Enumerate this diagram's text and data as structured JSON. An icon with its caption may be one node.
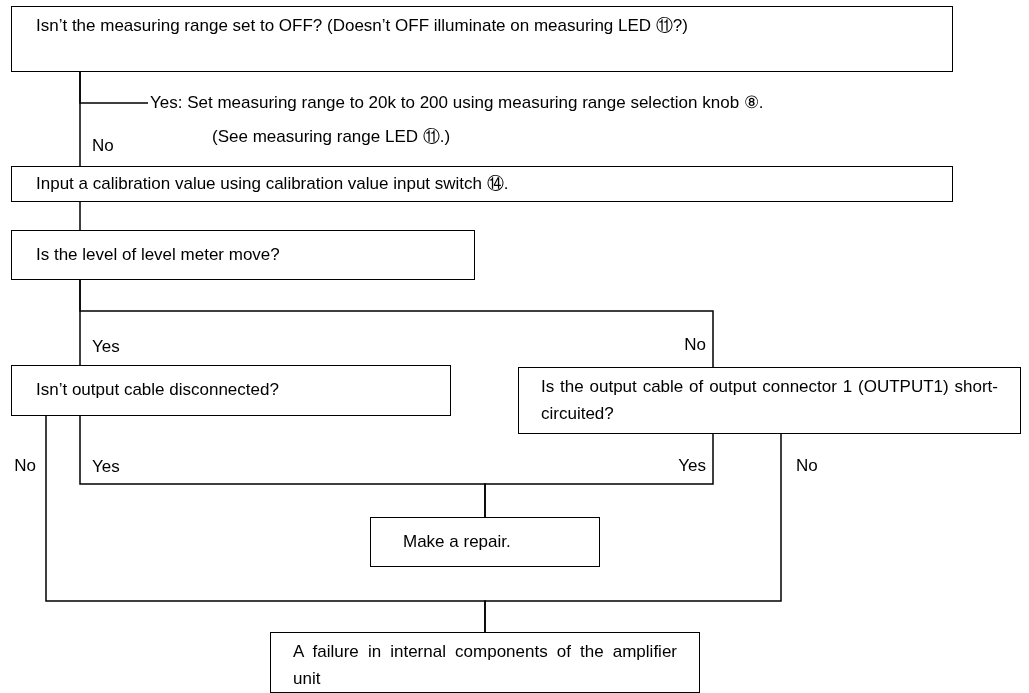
{
  "diagram": {
    "nodes": [
      {
        "text": [
          "Isn’t the measuring range set to OFF? (Doesn’t OFF illuminate on measuring LED ⑪?)"
        ]
      },
      {
        "text": [
          "Yes: Set measuring range to 20k to 200 using measuring range selection knob ⑧.",
          "(See measuring range LED ⑪.)"
        ]
      },
      {
        "text": [
          "Input a calibration value using calibration value input switch ⑭."
        ]
      },
      {
        "text": [
          "Is the level of level meter move?"
        ]
      },
      {
        "text": [
          "Isn’t output cable disconnected?"
        ]
      },
      {
        "text": [
          "Is the output cable of output connector 1 (OUTPUT1) short- circuited?"
        ]
      },
      {
        "text": [
          "Make a repair."
        ]
      },
      {
        "text": [
          "A failure in internal components of the amplifier unit"
        ]
      }
    ],
    "edges": [
      {
        "from": 0,
        "to": 1,
        "arrow": "none"
      },
      {
        "from": 0,
        "to": 2,
        "arrow": "none",
        "label": "No"
      },
      {
        "from": 2,
        "to": 3,
        "arrow": "none"
      },
      {
        "from": 3,
        "to": 4,
        "arrow": "none",
        "label": "Yes"
      },
      {
        "from": 3,
        "to": 5,
        "arrow": "none",
        "label": "No"
      },
      {
        "from": 4,
        "to": 6,
        "arrow": "none",
        "label": "Yes"
      },
      {
        "from": 5,
        "to": 6,
        "arrow": "none",
        "label": "Yes"
      },
      {
        "from": 4,
        "to": 7,
        "arrow": "none",
        "label": "No"
      },
      {
        "from": 5,
        "to": 7,
        "arrow": "none",
        "label": "No"
      }
    ]
  }
}
